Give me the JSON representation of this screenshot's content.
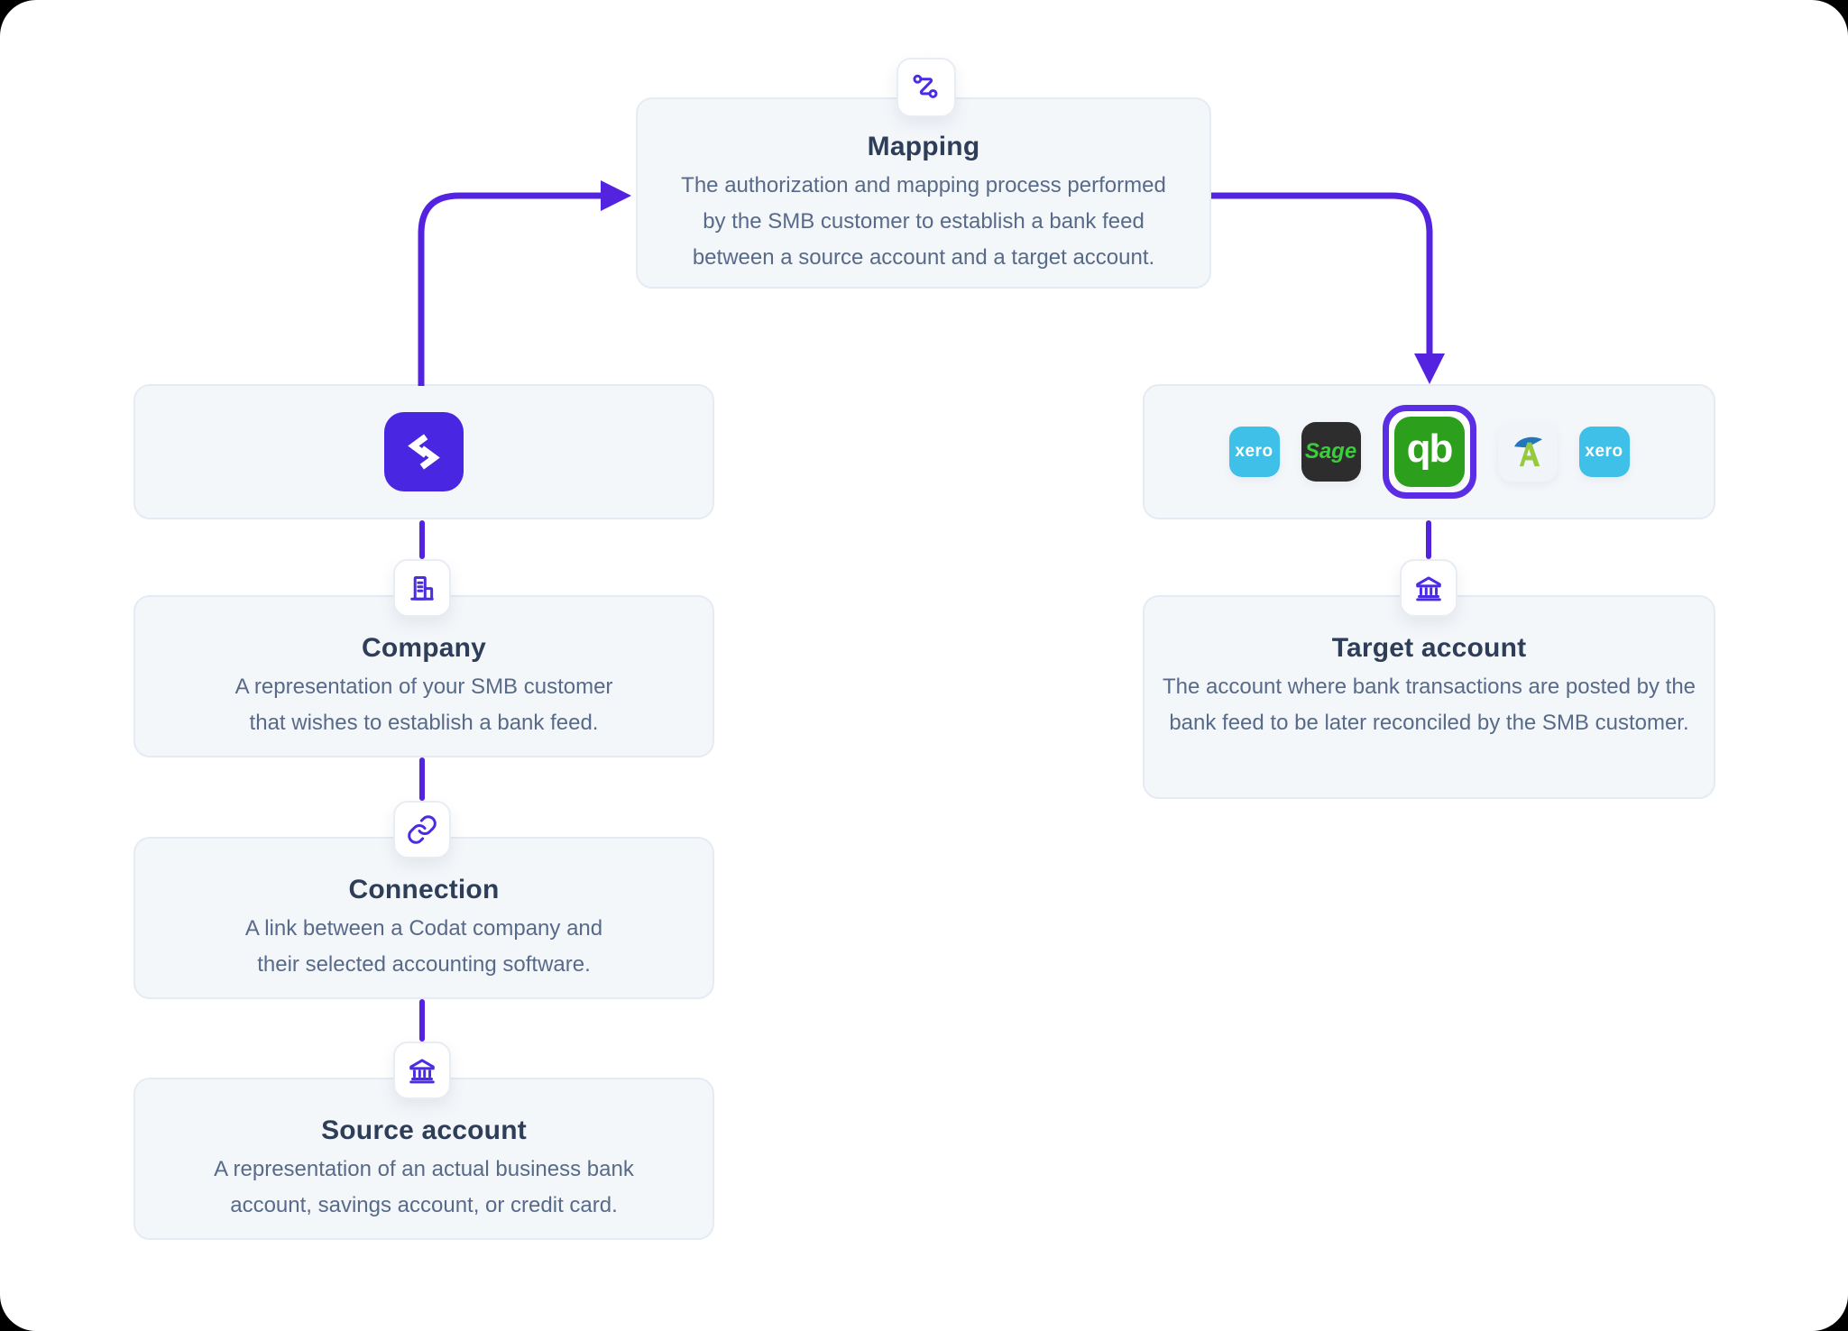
{
  "nodes": {
    "mapping": {
      "title": "Mapping",
      "description": "The authorization and mapping process performed by the SMB customer to establish a bank feed between a source account and a target account.",
      "icon": "route-icon"
    },
    "codat": {
      "icon": "codat-logo"
    },
    "company": {
      "title": "Company",
      "description": "A representation of your SMB customer that wishes to establish a bank feed.",
      "icon": "building-icon"
    },
    "connection": {
      "title": "Connection",
      "description": "A link between a Codat company and their selected accounting software.",
      "icon": "link-icon"
    },
    "source_account": {
      "title": "Source account",
      "description": "A representation of an actual business bank account, savings account, or credit card.",
      "icon": "bank-icon"
    },
    "target_account": {
      "title": "Target account",
      "description": "The account where bank transactions are posted by the bank feed to be later reconciled by the SMB customer.",
      "icon": "bank-icon"
    }
  },
  "integrations": [
    {
      "name": "Xero",
      "label": "xero",
      "bg": "#3FC0E8",
      "fg": "#FFFFFF",
      "selected": false
    },
    {
      "name": "Sage",
      "label": "Sage",
      "bg": "#2E2D2E",
      "fg": "#3BCE3B",
      "selected": false
    },
    {
      "name": "QuickBooks",
      "label": "qb",
      "bg": "#2CA01C",
      "fg": "#FFFFFF",
      "selected": true
    },
    {
      "name": "FreeAgent",
      "label": "",
      "bg": "#F1F5F9",
      "fg": "#96C93E",
      "selected": false
    },
    {
      "name": "Xero",
      "label": "xero",
      "bg": "#3FC0E8",
      "fg": "#FFFFFF",
      "selected": false
    }
  ],
  "colors": {
    "accent_purple": "#4B2BE3",
    "arrow_purple": "#5323DF",
    "card_fill": "#F4F7FA",
    "card_border": "#E4EBF3",
    "title_text": "#2E3D58",
    "body_text": "#586A89",
    "selection_ring": "#5B2EE6",
    "codat_tile": "#4826E2"
  }
}
